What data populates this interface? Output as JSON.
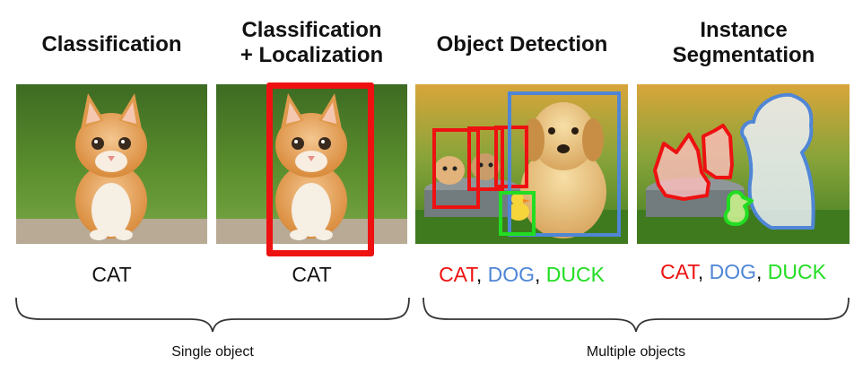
{
  "panels": [
    {
      "title": "Classification",
      "label": "CAT"
    },
    {
      "title_line1": "Classification",
      "title_line2": "+ Localization",
      "label": "CAT"
    },
    {
      "title": "Object Detection"
    },
    {
      "title_line1": "Instance",
      "title_line2": "Segmentation"
    }
  ],
  "labels": {
    "cat": "CAT",
    "dog": "DOG",
    "duck": "DUCK",
    "sep": ","
  },
  "colors": {
    "cat": "#ee1111",
    "dog": "#4f86d6",
    "duck": "#22dd22"
  },
  "groups": {
    "single": "Single object",
    "multiple": "Multiple objects"
  }
}
